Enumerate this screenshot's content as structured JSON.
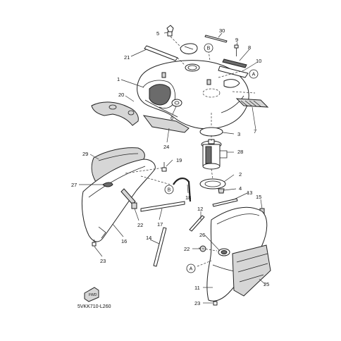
{
  "diagram": {
    "drawing_code": "5VKK710-L260",
    "callouts": [
      "1",
      "2",
      "3",
      "4",
      "5",
      "6",
      "7",
      "8",
      "9",
      "10",
      "11",
      "12",
      "13",
      "14",
      "15",
      "16",
      "17",
      "18",
      "19",
      "20",
      "21",
      "22",
      "22",
      "23",
      "23",
      "24",
      "25",
      "26",
      "27",
      "28",
      "29",
      "30"
    ],
    "reference_marks": [
      "A",
      "A",
      "B",
      "B"
    ],
    "direction_badge": "FWD"
  }
}
